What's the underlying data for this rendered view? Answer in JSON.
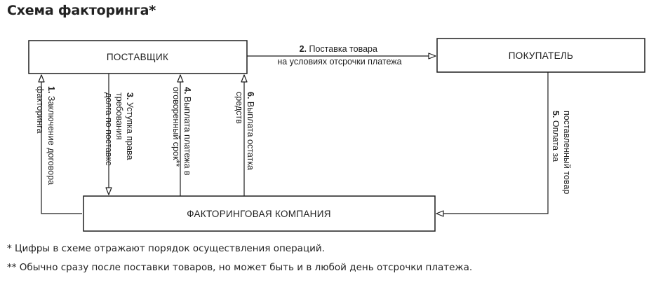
{
  "title": "Схема факторинга*",
  "nodes": {
    "supplier": "ПОСТАВЩИК",
    "buyer": "ПОКУПАТЕЛЬ",
    "factor": "ФАКТОРИНГОВАЯ КОМПАНИЯ"
  },
  "edges": {
    "e1": {
      "num": "1.",
      "line1": "Заключение договора",
      "line2": "факторинга"
    },
    "e2": {
      "num": "2.",
      "line1": "Поставка товара",
      "line2": "на условиях отсрочки платежа"
    },
    "e3": {
      "num": "3.",
      "line1": "Уступка права",
      "line2": "требования",
      "line3": "долга по поставке"
    },
    "e4": {
      "num": "4.",
      "line1": "Выплата платежа в",
      "line2": "оговоренный срок**"
    },
    "e5": {
      "num": "5.",
      "line1": "Оплата за",
      "line2": "поставленный товар"
    },
    "e6": {
      "num": "6.",
      "line1": "Выплата остатка",
      "line2": "средств"
    }
  },
  "footnotes": [
    "* Цифры в схеме отражают порядок осуществления операций.",
    "** Обычно сразу после поставки товаров, но может быть и в любой день отсрочки платежа."
  ]
}
